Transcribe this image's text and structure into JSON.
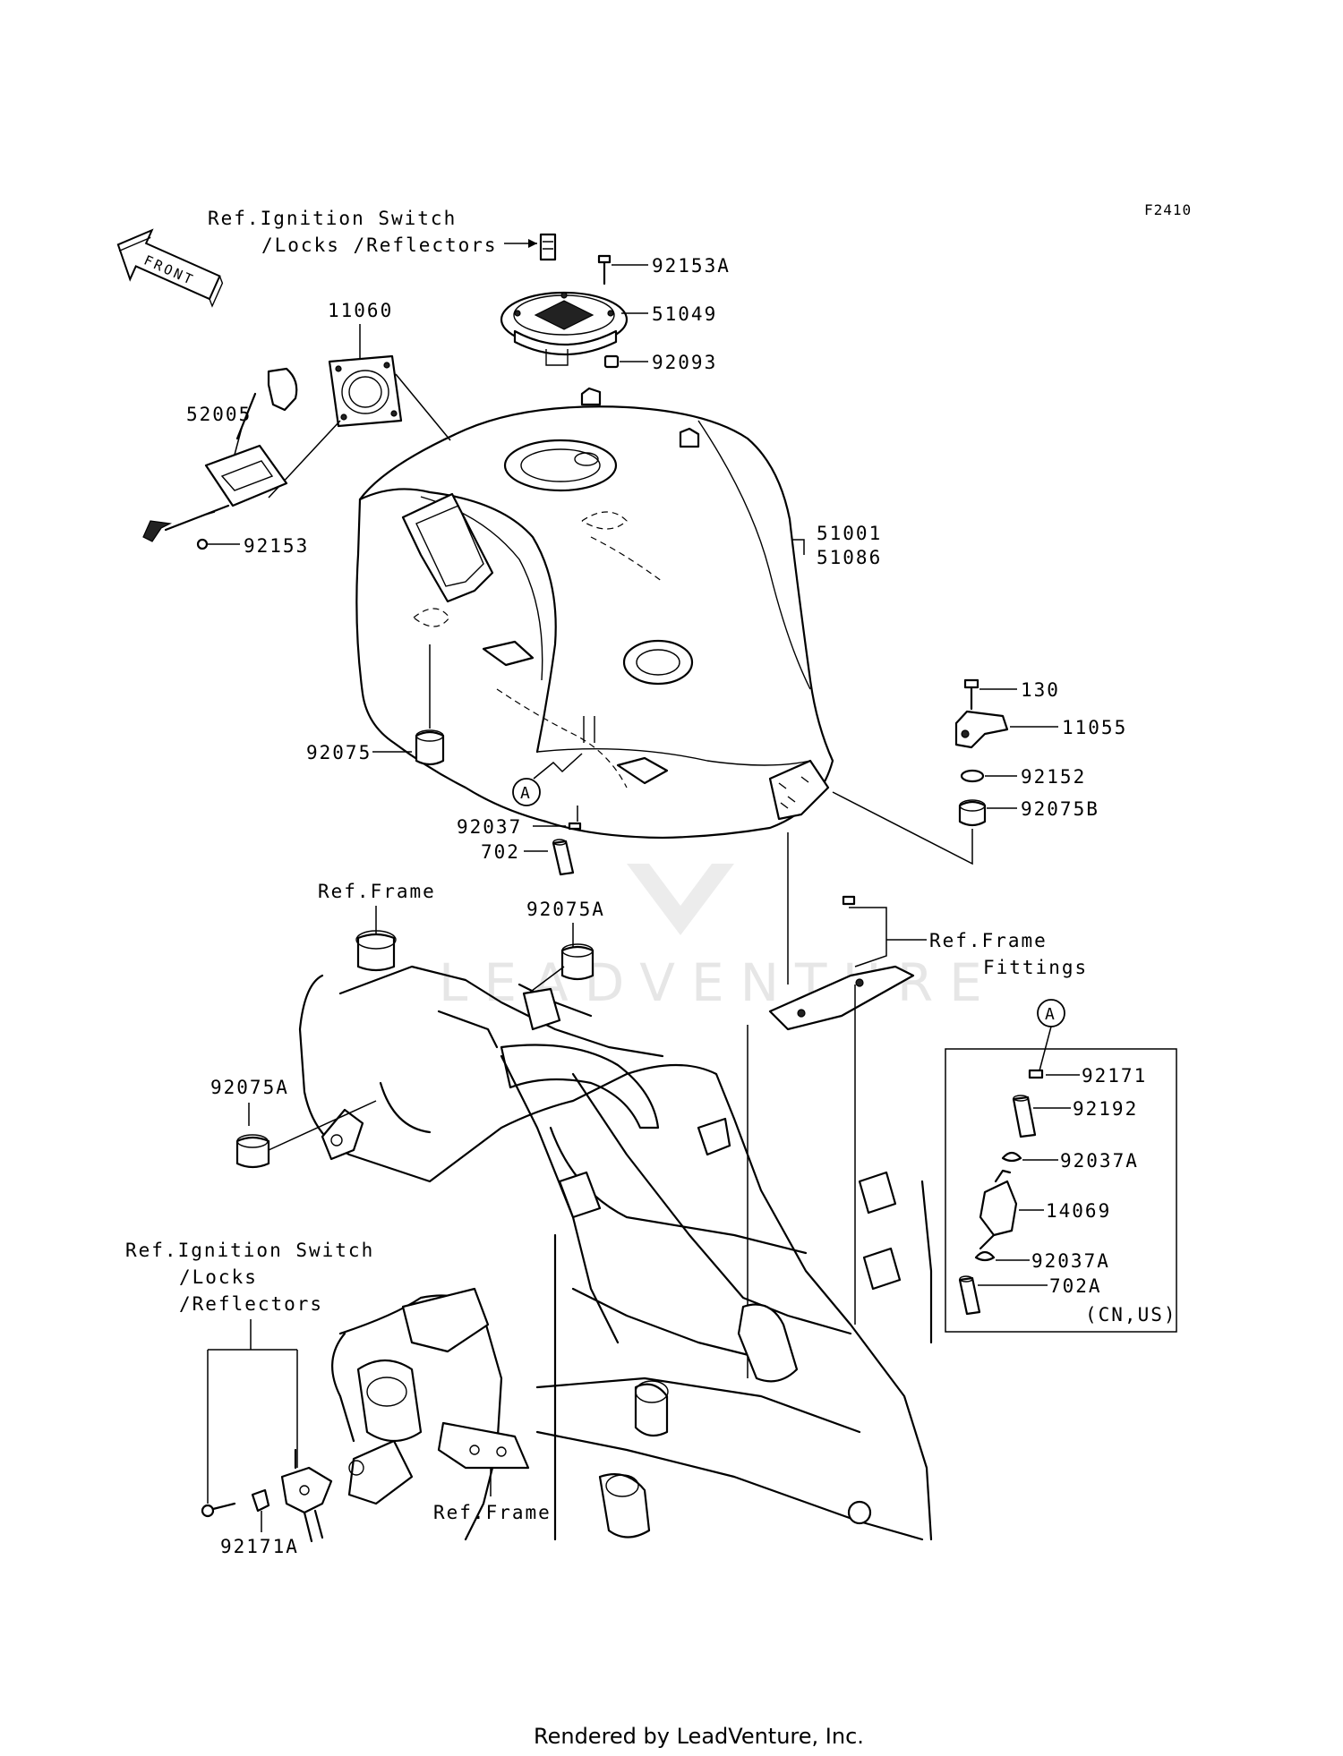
{
  "diagram_code": "F2410",
  "front_arrow": "FRONT",
  "refs": {
    "ignition_top_1": "Ref.Ignition Switch",
    "ignition_top_2": "/Locks /Reflectors",
    "frame_mid": "Ref.Frame",
    "frame_fittings_1": "Ref.Frame",
    "frame_fittings_2": "Fittings",
    "ignition_bot_1": "Ref.Ignition Switch",
    "ignition_bot_2": "/Locks",
    "ignition_bot_3": "/Reflectors",
    "frame_bottom": "Ref.Frame"
  },
  "parts": {
    "p92153A": "92153A",
    "p51049": "51049",
    "p92093": "92093",
    "p11060": "11060",
    "p52005": "52005",
    "p92153": "92153",
    "p51001": "51001",
    "p51086": "51086",
    "p130": "130",
    "p11055": "11055",
    "p92152": "92152",
    "p92075B": "92075B",
    "p92075": "92075",
    "p92037": "92037",
    "p702": "702",
    "p92075A_top": "92075A",
    "p92075A_left": "92075A",
    "p92171A": "92171A"
  },
  "callout_marker": "A",
  "inset": {
    "marker": "A",
    "parts": [
      "92171",
      "92192",
      "92037A",
      "14069",
      "92037A",
      "702A"
    ],
    "note": "(CN,US)"
  },
  "watermark": "LEADVENTURE",
  "footer": "Rendered by LeadVenture, Inc."
}
